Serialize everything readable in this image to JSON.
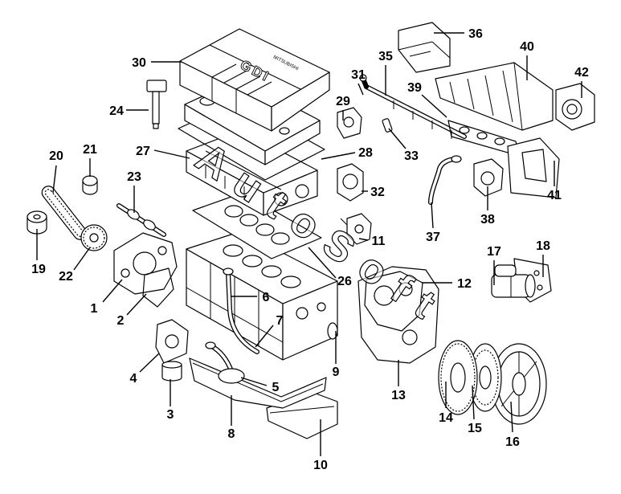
{
  "diagram": {
    "cover_text": {
      "model": "GDI",
      "brand": "MITSUBISHI"
    },
    "watermark": "AutoSoft",
    "callouts": {
      "n1": "1",
      "n2": "2",
      "n3": "3",
      "n4": "4",
      "n5": "5",
      "n6": "6",
      "n7": "7",
      "n8": "8",
      "n9": "9",
      "n10": "10",
      "n11": "11",
      "n12": "12",
      "n13": "13",
      "n14": "14",
      "n15": "15",
      "n16": "16",
      "n17": "17",
      "n18": "18",
      "n19": "19",
      "n20": "20",
      "n21": "21",
      "n22": "22",
      "n23": "23",
      "n24": "24",
      "n26": "26",
      "n27": "27",
      "n28": "28",
      "n29": "29",
      "n30": "30",
      "n31": "31",
      "n32": "32",
      "n33": "33",
      "n35": "35",
      "n36": "36",
      "n37": "37",
      "n38": "38",
      "n39": "39",
      "n40": "40",
      "n41": "41",
      "n42": "42"
    }
  },
  "colors": {
    "line": "#000000",
    "background": "#ffffff"
  }
}
